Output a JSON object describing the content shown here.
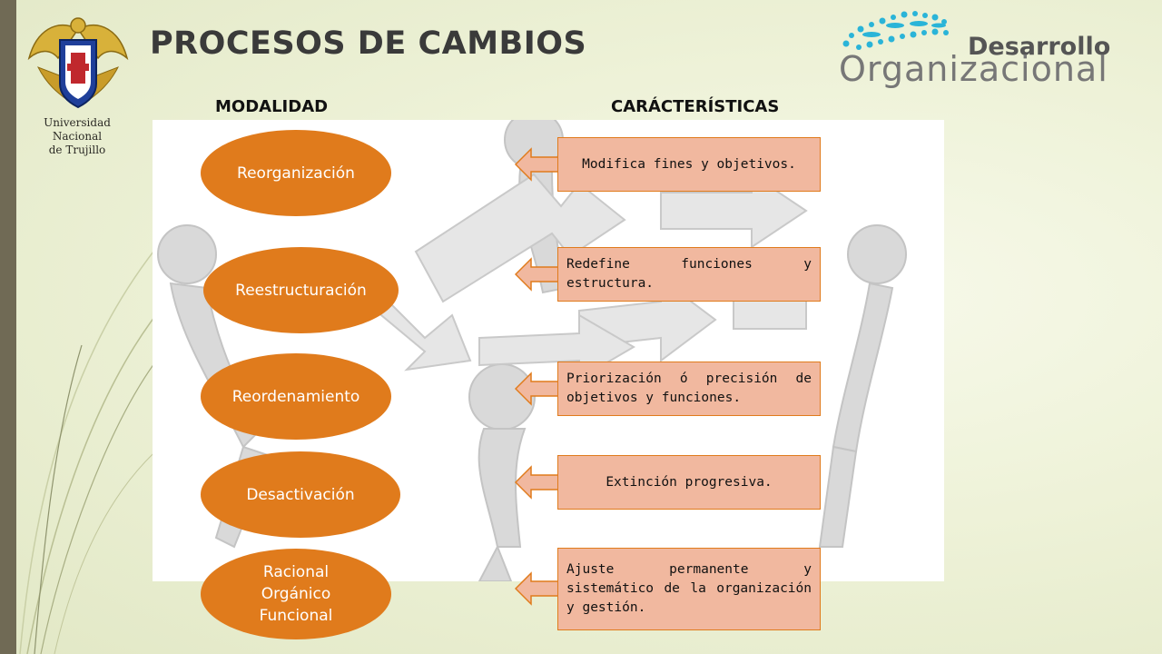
{
  "title": "PROCESOS DE CAMBIOS",
  "university": {
    "line1": "Universidad Nacional",
    "line2": "de Trujillo"
  },
  "logo": {
    "word1": "Desarrollo",
    "word2": "Organizacional",
    "dot_color": "#2ab4d8"
  },
  "headers": {
    "modalidad": "MODALIDAD",
    "caracteristicas": "CARÁCTERÍSTICAS"
  },
  "colors": {
    "accent_orange": "#e07b1c",
    "box_fill": "#f1b89f",
    "left_bar": "#706a55"
  },
  "rows": [
    {
      "modalidad": [
        "Reorganización"
      ],
      "caracteristica": "Modifica fines y objetivos."
    },
    {
      "modalidad": [
        "Reestructuración"
      ],
      "caracteristica": "Redefine funciones y estructura."
    },
    {
      "modalidad": [
        "Reordenamiento"
      ],
      "caracteristica": "Priorización ó precisión de objetivos y funciones."
    },
    {
      "modalidad": [
        "Desactivación"
      ],
      "caracteristica": "Extinción progresiva."
    },
    {
      "modalidad": [
        "Racional",
        "Orgánico",
        "Funcional"
      ],
      "caracteristica": "Ajuste permanente y sistemático de la organización y gestión."
    }
  ]
}
